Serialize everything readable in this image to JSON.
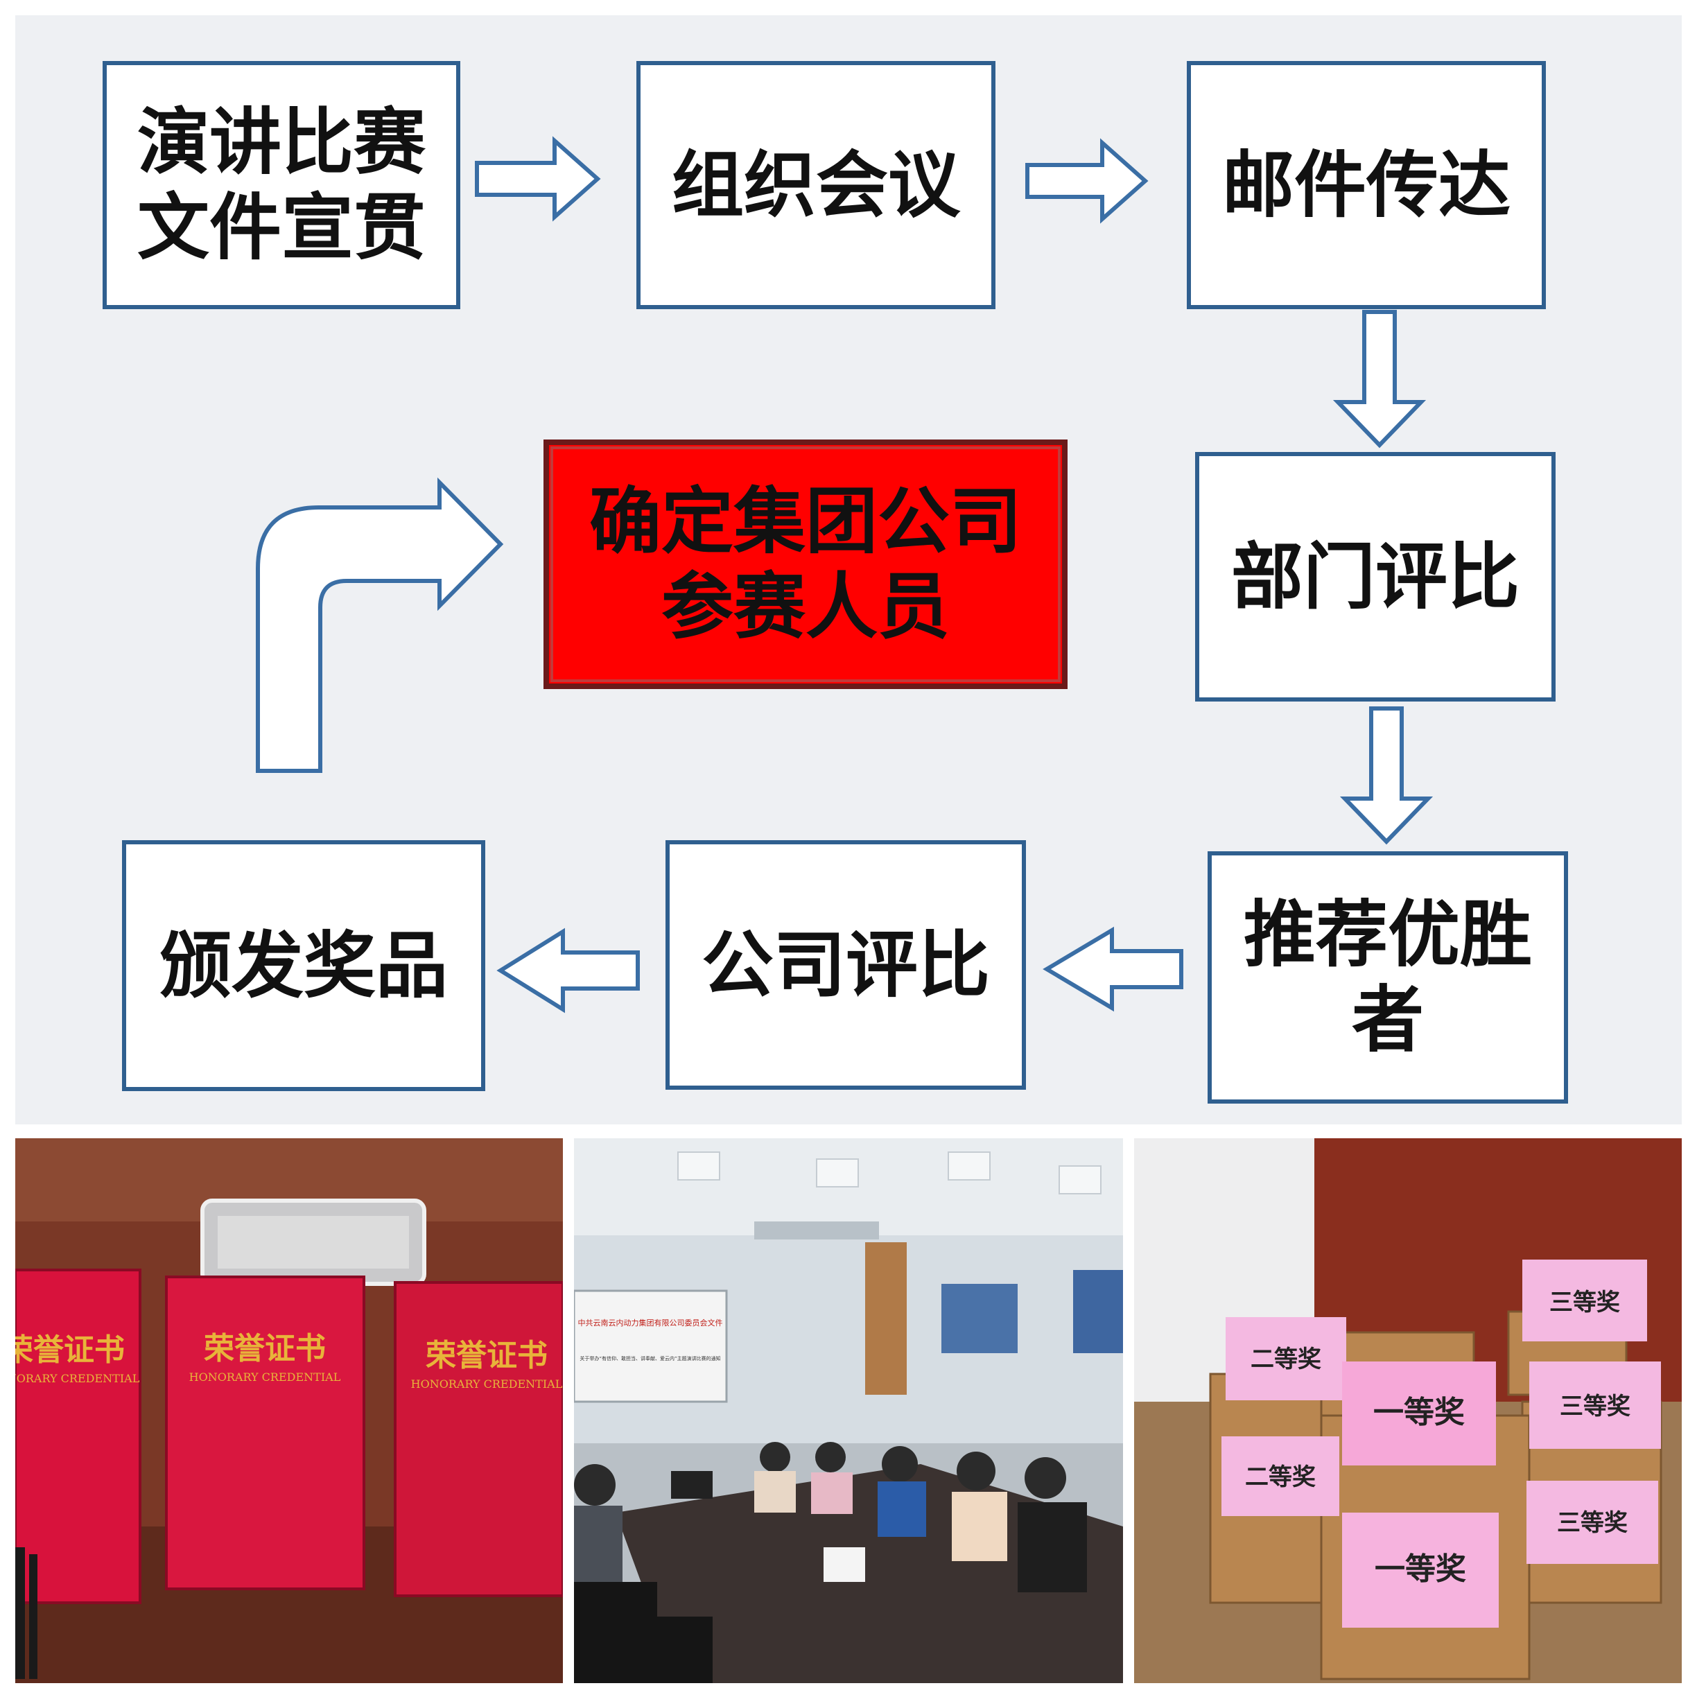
{
  "flow": {
    "nodes": [
      {
        "id": "speech-contest-docs",
        "lines": [
          "演讲比赛",
          "文件宣贯"
        ]
      },
      {
        "id": "organize-meeting",
        "lines": [
          "组织会议"
        ]
      },
      {
        "id": "email-delivery",
        "lines": [
          "邮件传达"
        ]
      },
      {
        "id": "department-review",
        "lines": [
          "部门评比"
        ]
      },
      {
        "id": "recommend-winners",
        "lines": [
          "推荐优胜",
          "者"
        ]
      },
      {
        "id": "company-review",
        "lines": [
          "公司评比"
        ]
      },
      {
        "id": "award-prizes",
        "lines": [
          "颁发奖品"
        ]
      },
      {
        "id": "confirm-participants",
        "lines": [
          "确定集团公司",
          "参赛人员"
        ],
        "highlight": true
      }
    ],
    "colors": {
      "box_border": "#2f5f8f",
      "arrow_stroke": "#3a6ea5",
      "highlight_fill": "#ff0000",
      "panel_bg": "#eef0f3"
    }
  },
  "photos": {
    "certificates": {
      "title": "荣誉证书",
      "subtitle": "HONORARY CREDENTIAL"
    },
    "meeting": {
      "screen_lines": [
        "中共云南云内动力集团有限公司委员会文件",
        "关于举办“有信仰、敢担当、讲奉献、爱云内”主题演讲比赛的通知"
      ]
    },
    "prizes": {
      "labels": [
        "二等奖",
        "三等奖",
        "一等奖",
        "二等奖",
        "一等奖",
        "三等奖",
        "三等奖"
      ]
    }
  }
}
